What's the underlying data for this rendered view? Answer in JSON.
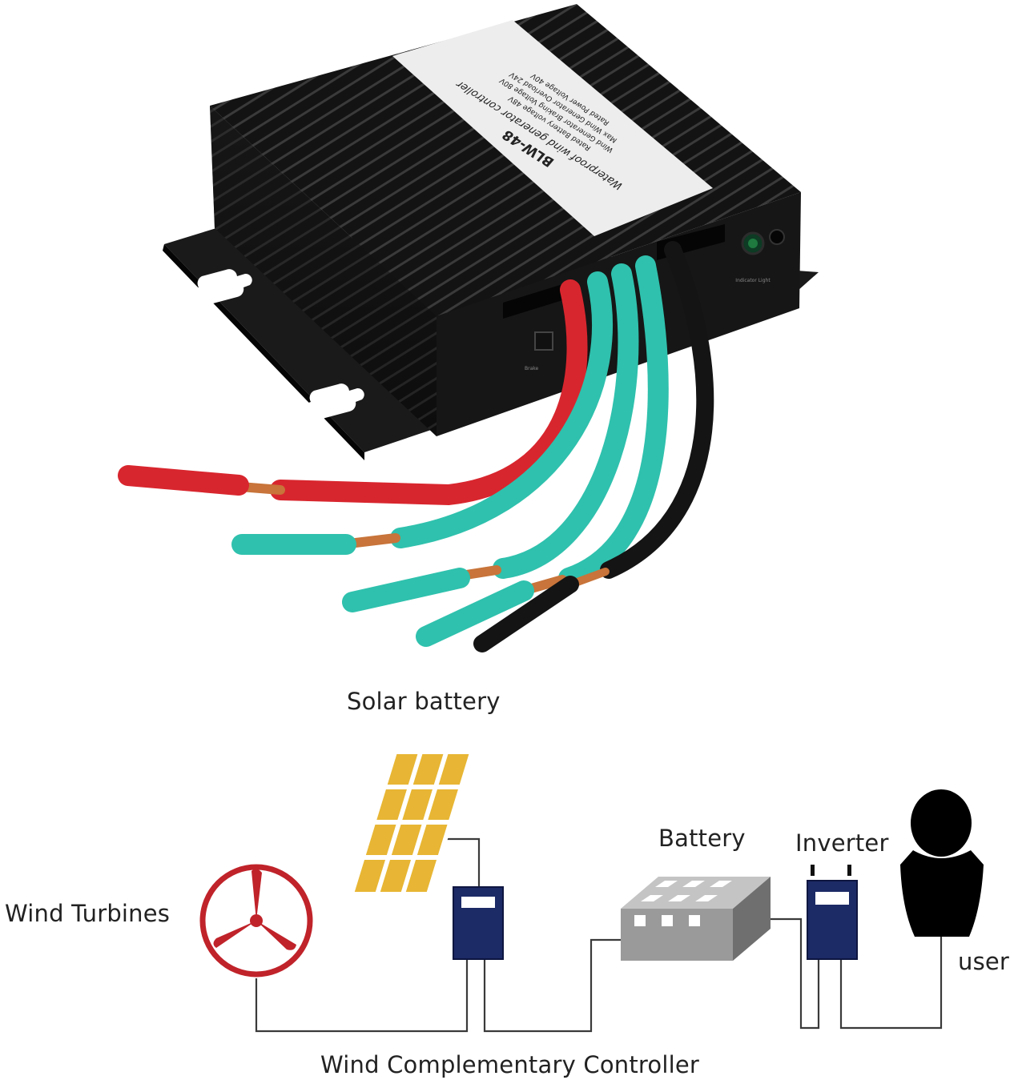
{
  "product": {
    "model": "BLW-48",
    "title": "Waterproof wind generator controller",
    "spec_lines": [
      "Rated Battery voltage     48V",
      "Wind Generator Braking Voltage     80V",
      "Max Wind Generator Overload     24V",
      "Rated Power Voltage     40V"
    ],
    "panel_label": "Indicator Light",
    "brake_label": "Brake"
  },
  "diagram": {
    "solar_label": "Solar battery",
    "battery_label": "Battery",
    "inverter_label": "Inverter",
    "wind_label": "Wind Turbines",
    "user_label": "user",
    "controller_label": "Wind Complementary Controller"
  },
  "colors": {
    "wire_red": "#d8262e",
    "wire_teal": "#2fc1ad",
    "wire_black": "#141414",
    "copper": "#c8743a",
    "turbine_red": "#c0232a",
    "solar_gold": "#e8b634",
    "device_navy": "#1c2a66",
    "battery_gray": "#9a9a9a"
  }
}
